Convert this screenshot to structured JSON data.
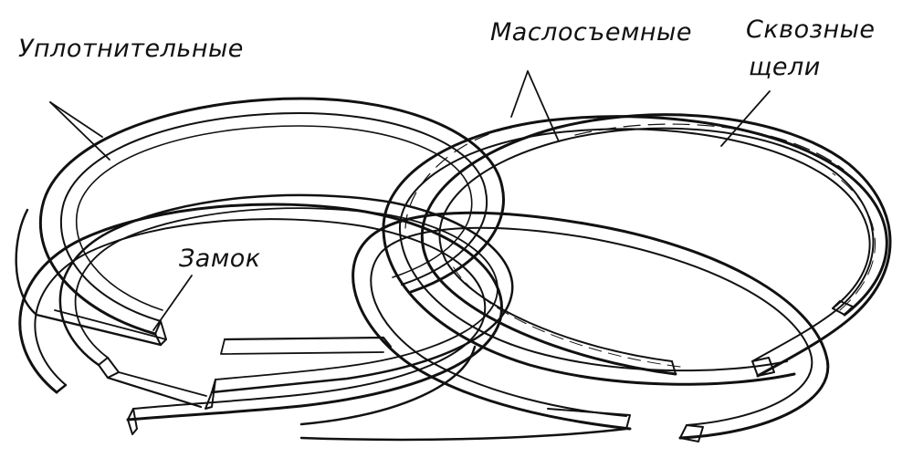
{
  "labels": {
    "compression_rings": "Уплотнительные",
    "oil_rings": "Маслосъемные",
    "through_slots_line1": "Сквозные",
    "through_slots_line2": "щели",
    "ring_gap": "Замок"
  },
  "colors": {
    "ink": "#111111",
    "paper": "#ffffff"
  }
}
